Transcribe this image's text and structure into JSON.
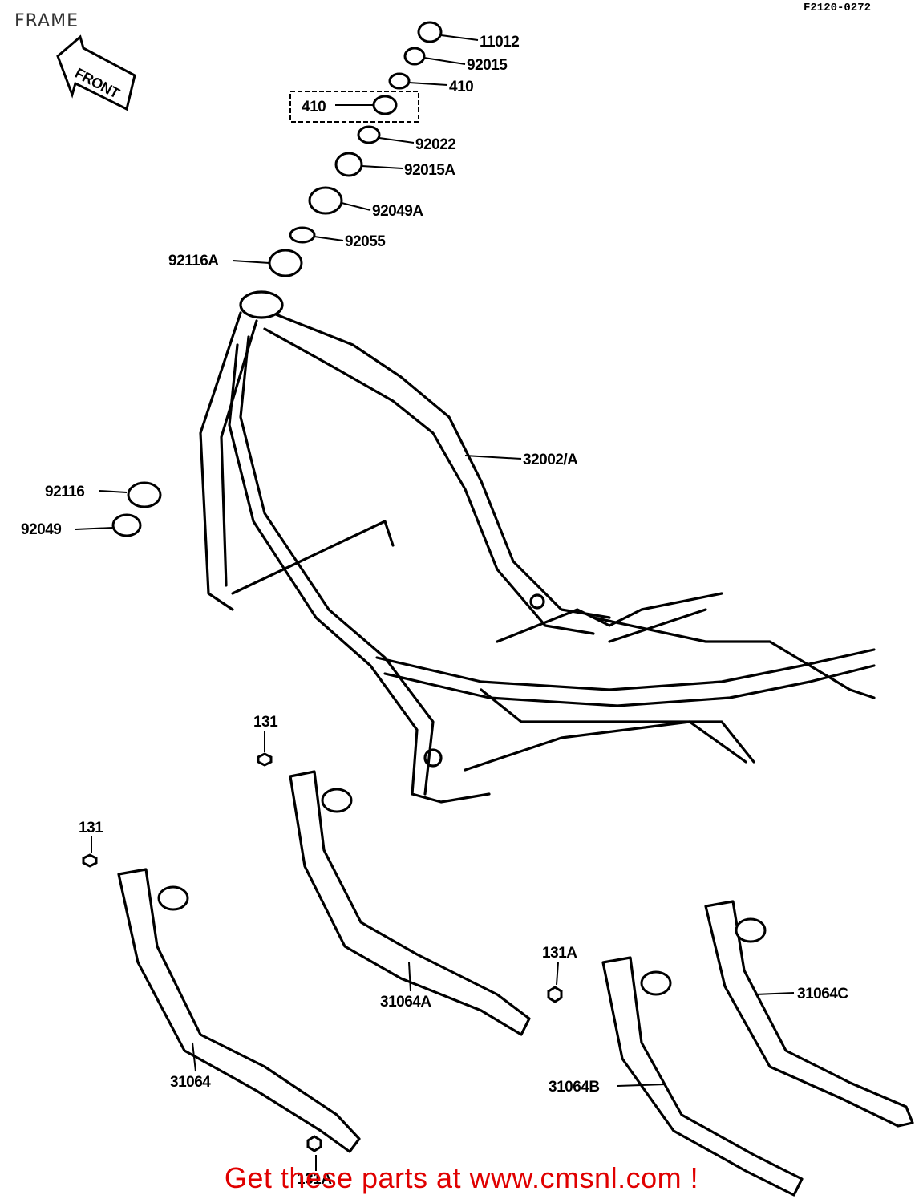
{
  "page": {
    "title": "FRAME",
    "ref_code": "F2120-0272",
    "footer_text": "Get these parts at www.cmsnl.com !"
  },
  "front_arrow": {
    "label": "FRONT"
  },
  "callouts": {
    "p11012": "11012",
    "p92015": "92015",
    "p410": "410",
    "p410_boxed": "410",
    "p92022": "92022",
    "p92015A": "92015A",
    "p92049A": "92049A",
    "p92055": "92055",
    "p92116A": "92116A",
    "p32002A": "32002/A",
    "p92116": "92116",
    "p92049": "92049",
    "p131_upper": "131",
    "p131_lower": "131",
    "p131A_mid": "131A",
    "p131A_bottom": "131A",
    "p31064A": "31064A",
    "p31064": "31064",
    "p31064B": "31064B",
    "p31064C": "31064C"
  }
}
